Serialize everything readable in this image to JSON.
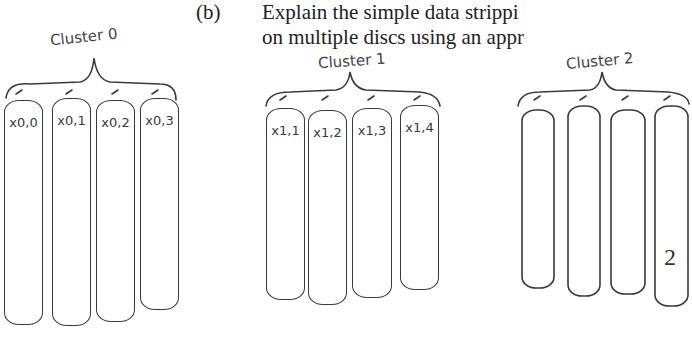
{
  "diagram": {
    "nodes": [
      {
        "text": [
          "x0,0"
        ]
      },
      {
        "text": [
          "x0,1"
        ]
      },
      {
        "text": [
          "x0,2"
        ]
      },
      {
        "text": [
          "x0,3"
        ]
      },
      {
        "text": [
          "x1,1"
        ]
      },
      {
        "text": [
          "x1,2"
        ]
      },
      {
        "text": [
          "x1,3"
        ]
      },
      {
        "text": [
          "x1,4"
        ]
      }
    ],
    "labels": [
      "(b)",
      "Explain the simple data strippi",
      "on multiple discs using an appr",
      "Cluster 0",
      "Cluster 1",
      "Cluster 2",
      "2"
    ]
  }
}
